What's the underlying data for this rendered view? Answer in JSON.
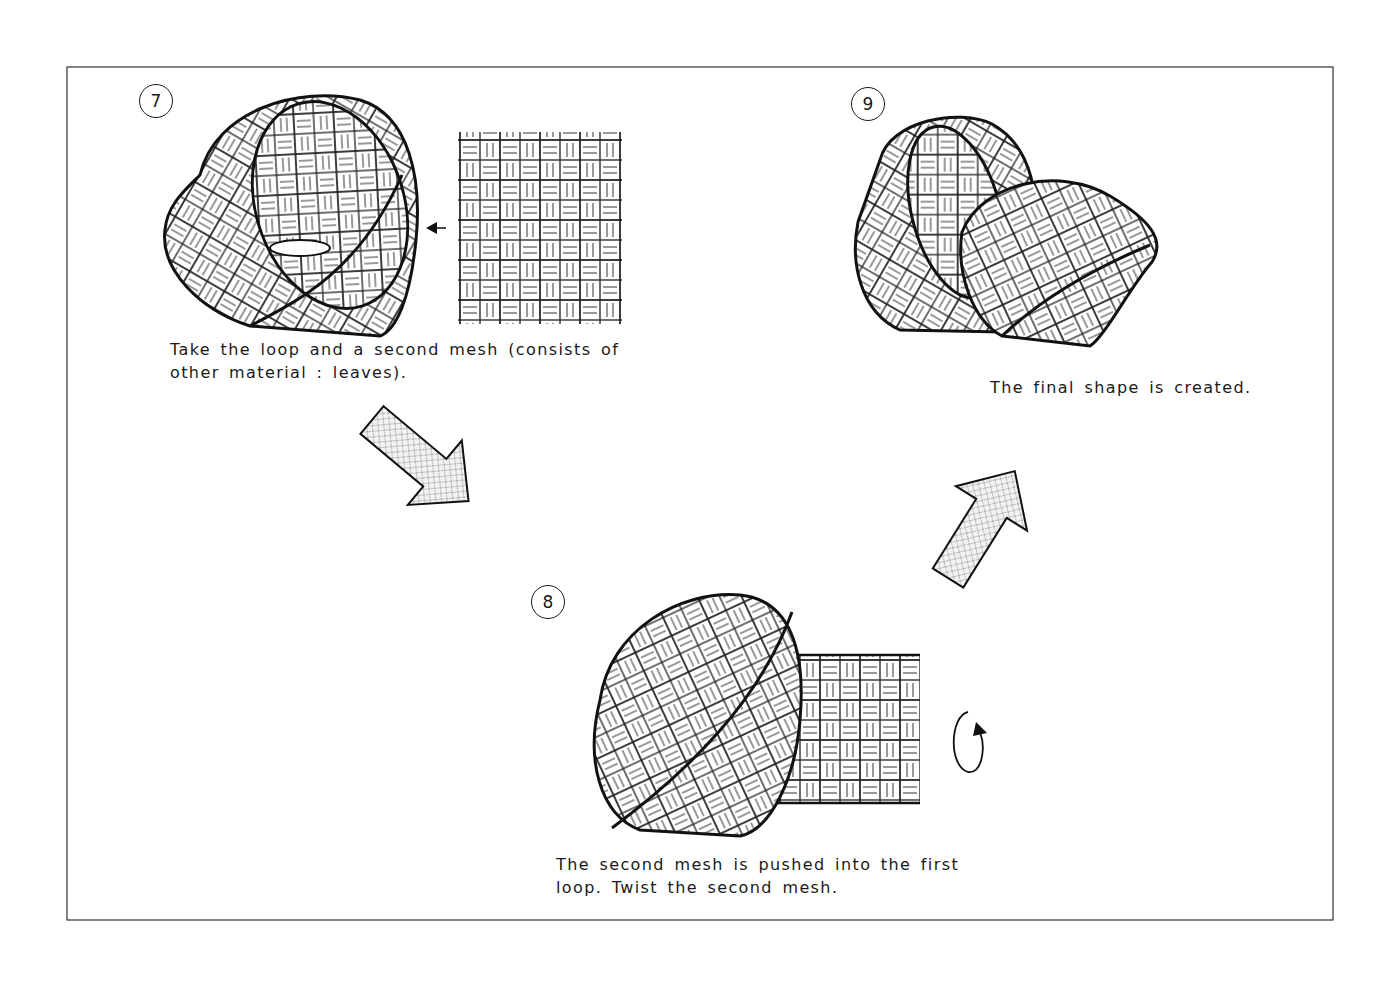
{
  "diagram": {
    "nodes": [
      {
        "text": [
          "7"
        ]
      },
      {
        "text": [
          "9"
        ]
      },
      {
        "text": [
          "8"
        ]
      }
    ],
    "labels": [
      "Take the loop and a second mesh (consists of other material : leaves).",
      "The final shape is created.",
      "The second mesh is pushed into the first loop. Twist the second mesh."
    ]
  }
}
